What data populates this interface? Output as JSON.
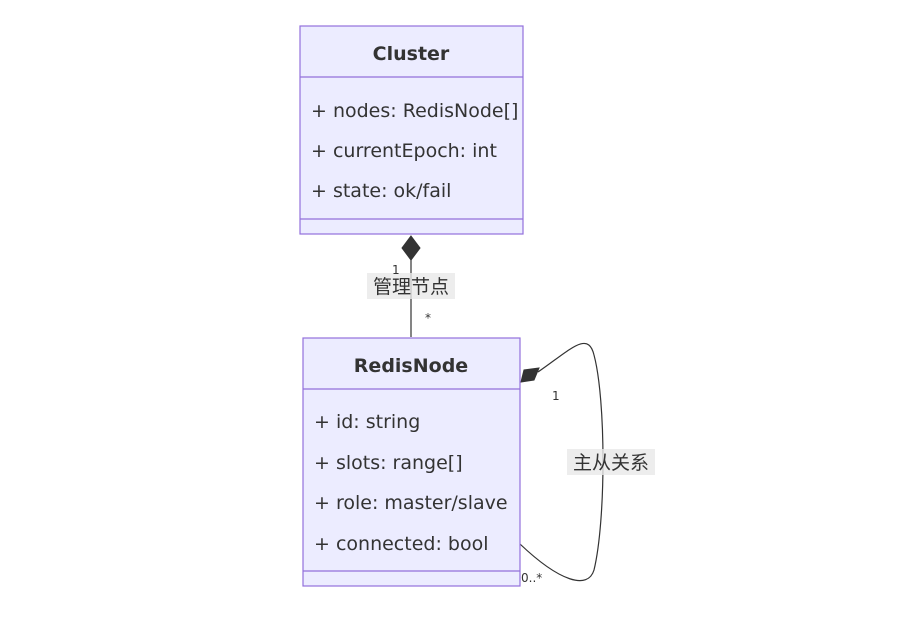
{
  "classes": {
    "cluster": {
      "name": "Cluster",
      "attributes": [
        "+ nodes: RedisNode[]",
        "+ currentEpoch: int",
        "+ state: ok/fail"
      ]
    },
    "redisnode": {
      "name": "RedisNode",
      "attributes": [
        "+ id: string",
        "+ slots: range[]",
        "+ role: master/slave",
        "+ connected: bool"
      ]
    }
  },
  "relations": {
    "manages": {
      "label": "管理节点",
      "from_cardinality": "1",
      "to_cardinality": "*"
    },
    "master_slave": {
      "label": "主从关系",
      "from_cardinality": "1",
      "to_cardinality": "0..*"
    }
  },
  "colors": {
    "class_fill": "#ECECFF",
    "class_stroke": "#9370DB",
    "text": "#333333",
    "line": "#333333",
    "label_background": "#e8e8e8"
  }
}
